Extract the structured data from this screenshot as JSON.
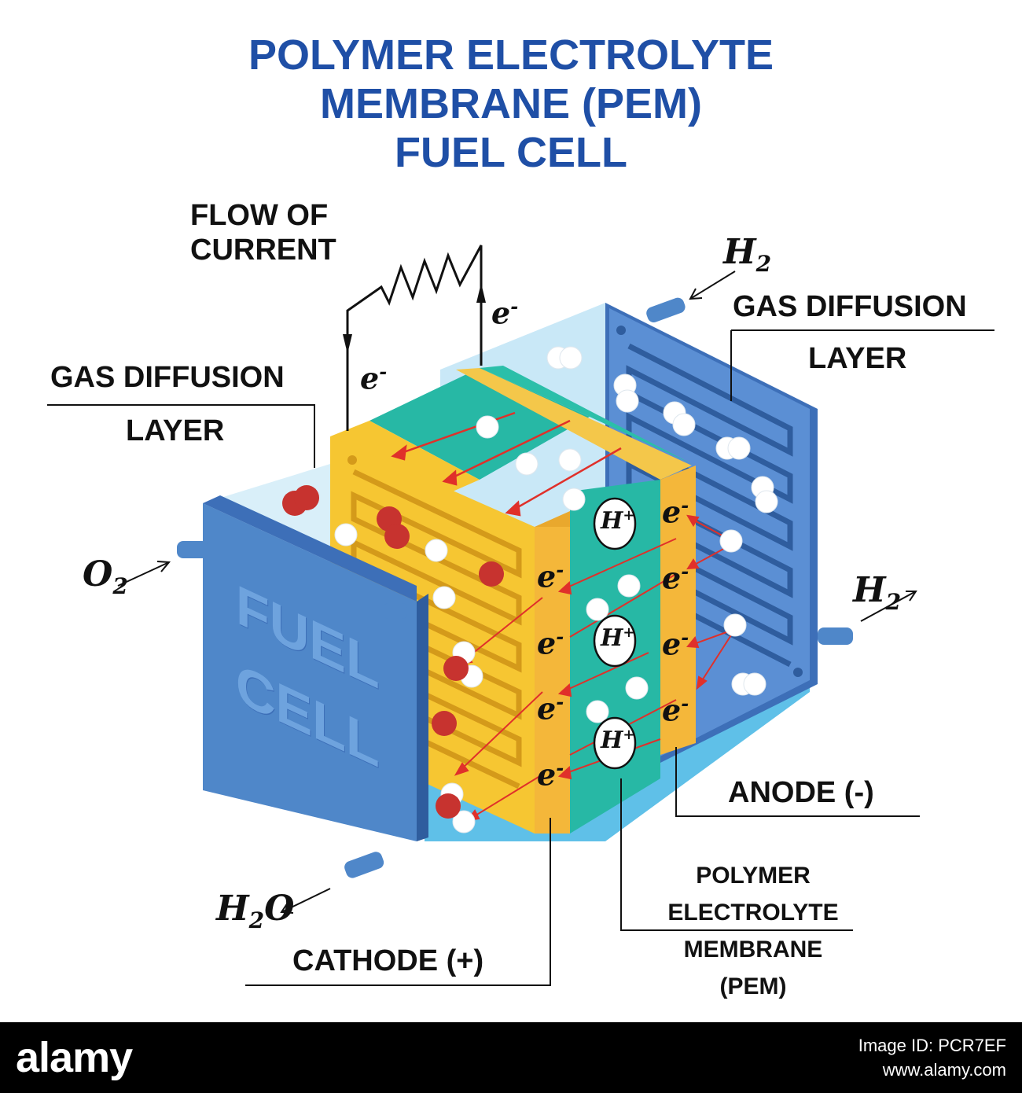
{
  "title": {
    "line1": "POLYMER ELECTROLYTE",
    "line2": "MEMBRANE (PEM)",
    "line3": "FUEL CELL"
  },
  "labels": {
    "flow_of_current": [
      "FLOW OF",
      "CURRENT"
    ],
    "gas_diffusion_left": [
      "GAS DIFFUSION",
      "LAYER"
    ],
    "gas_diffusion_right": [
      "GAS DIFFUSION",
      "LAYER"
    ],
    "anode": "ANODE (-)",
    "cathode": "CATHODE (+)",
    "pem": [
      "POLYMER",
      "ELECTROLYTE",
      "MEMBRANE",
      "(PEM)"
    ],
    "fuel_cell_panel": [
      "FUEL",
      "CELL"
    ]
  },
  "chemicals": {
    "o2_in": {
      "base": "O",
      "sub": "2"
    },
    "h2_in": {
      "base": "H",
      "sub": "2"
    },
    "h2_out": {
      "base": "H",
      "sub": "2"
    },
    "h2o_out": {
      "base": "H",
      "sub": "2",
      "tail": "O"
    },
    "electron": "e",
    "electron_sup": "-",
    "proton": "H",
    "proton_sup": "+"
  },
  "colors": {
    "title": "#1f4fa6",
    "plate_blue": "#4f87c9",
    "plate_light": "#bfe3f5",
    "cathode_yellow": "#f6c632",
    "cathode_orange": "#f4b73a",
    "membrane_teal": "#27b8a5",
    "arrow_red": "#e0302a",
    "oxygen_red": "#c7332f"
  },
  "footer": {
    "brand": "alamy",
    "image_id_label": "Image ID: PCR7EF",
    "site": "www.alamy.com"
  }
}
